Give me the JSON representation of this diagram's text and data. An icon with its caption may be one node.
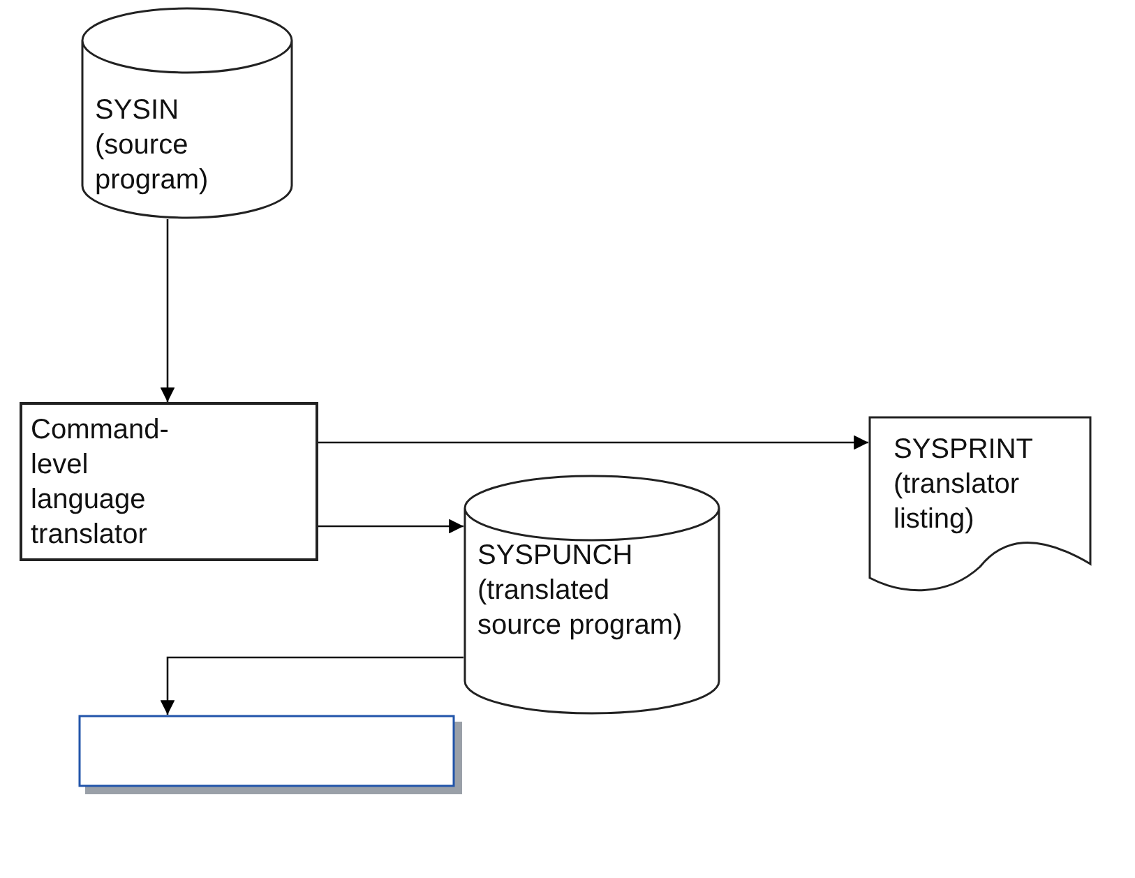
{
  "diagram": {
    "nodes": [
      {
        "text": [
          "SYSIN (source program)"
        ]
      },
      {
        "text": [
          "Command-level language translator"
        ]
      },
      {
        "text": [
          "SYSPRINT (translator listing)"
        ]
      },
      {
        "text": [
          "SYSPUNCH (translated source program)"
        ]
      },
      {
        "text": [],
        "shape": "box"
      }
    ],
    "edges": [
      {
        "from": 0,
        "to": 1,
        "arrow": "to"
      },
      {
        "from": 1,
        "to": 2,
        "arrow": "to"
      },
      {
        "from": 1,
        "to": 3,
        "arrow": "to"
      },
      {
        "from": 3,
        "to": 4,
        "arrow": "to"
      }
    ]
  }
}
